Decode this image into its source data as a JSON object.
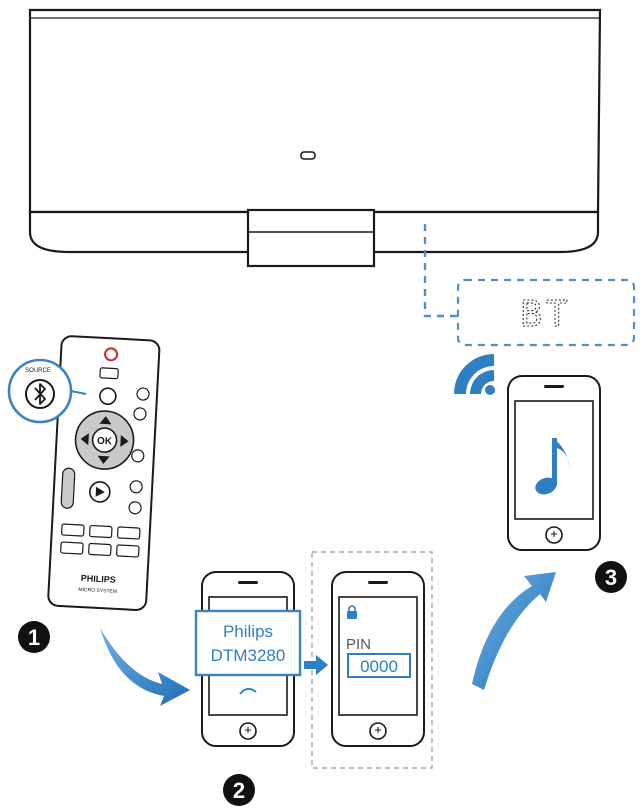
{
  "device_display": {
    "text": "BT"
  },
  "popup": {
    "line1": "Philips",
    "line2": "DTM3280"
  },
  "pin_screen": {
    "label": "PIN",
    "code": "0000"
  },
  "remote": {
    "brand": "PHILIPS",
    "tagline": "MICRO SYSTEM",
    "src_label": "SOURCE",
    "ok_label": "OK"
  },
  "steps": {
    "one": "1",
    "two": "2",
    "three": "3"
  },
  "colors": {
    "accent": "#2e7fc3",
    "line": "#1a1a1a",
    "dashed": "#4f8fca"
  }
}
